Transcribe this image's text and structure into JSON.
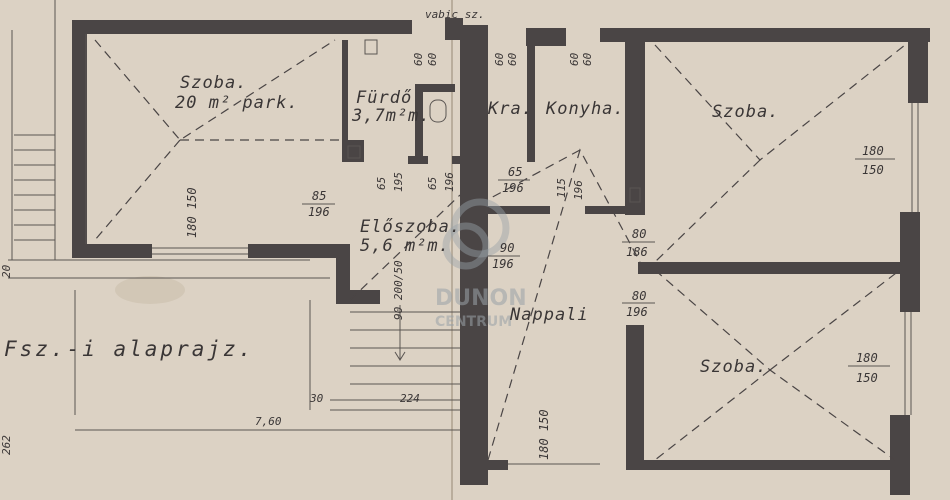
{
  "plan": {
    "title": "Fsz.-i alaprajz.",
    "top_label": "vabic sz.",
    "rooms": {
      "szoba_left_name": "Szoba.",
      "szoba_left_area": "20 m² park.",
      "furdo_name": "Fürdő",
      "furdo_area": "3,7m²m.",
      "kamra_name": "Kra.",
      "konyha_name": "Konyha.",
      "szoba_top_right_name": "Szoba.",
      "eloszoba_name": "Előszoba.",
      "eloszoba_area": "5,6 m²m.",
      "nappali_name": "Nappali",
      "szoba_bottom_right_name": "Szoba."
    },
    "dimensions": {
      "szoba_left_window": "180 150",
      "szoba_left_door_a": "85",
      "szoba_left_door_b": "196",
      "furdo_door_a": "65",
      "furdo_door_b": "195",
      "wc_door_a": "65",
      "wc_door_b": "196",
      "vent_top_1_a": "60",
      "vent_top_1_b": "60",
      "vent_top_2_a": "60",
      "vent_top_2_b": "60",
      "vent_top_3_a": "60",
      "vent_top_3_b": "60",
      "kamra_door_a": "65",
      "kamra_door_b": "196",
      "konyha_door_a": "115",
      "konyha_door_b": "196",
      "szoba_tr_window_a": "180",
      "szoba_tr_window_b": "150",
      "door_80_186_a": "80",
      "door_80_186_b": "186",
      "door_90_196_a": "90",
      "door_90_196_b": "196",
      "door_80_196_a": "80",
      "door_80_196_b": "196",
      "stair_window": "90 200/50",
      "szoba_br_window_a": "180",
      "szoba_br_window_b": "150",
      "nappali_window": "180 150",
      "stair_30": "30",
      "stair_224": "224",
      "total_760": "7,60",
      "left_262": "262",
      "left_20": "20"
    },
    "watermark": {
      "brand": "DUNON",
      "sub": "CENTRUM"
    }
  }
}
